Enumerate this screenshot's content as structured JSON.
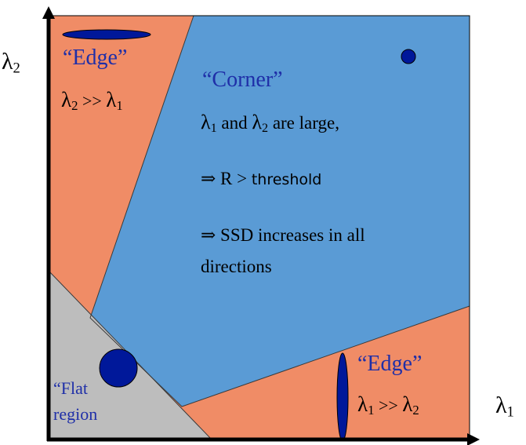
{
  "axes": {
    "y_label": "λ",
    "y_sub": "2",
    "x_label": "λ",
    "x_sub": "1"
  },
  "regions": {
    "corner": {
      "title": "“Corner”",
      "line1_a": "λ",
      "line1_a_sub": "1",
      "line1_mid": " and ",
      "line1_b": "λ",
      "line1_b_sub": "2",
      "line1_end": " are large,",
      "line2_arrow": "⇒ R > ",
      "line2_word": "threshold",
      "line3": "⇒ SSD increases in all",
      "line4": "directions"
    },
    "edge_top": {
      "title": "“Edge”",
      "rel_a": "λ",
      "rel_a_sub": "2",
      "rel_op": " >> ",
      "rel_b": "λ",
      "rel_b_sub": "1"
    },
    "edge_right": {
      "title": "“Edge”",
      "rel_a": "λ",
      "rel_a_sub": "1",
      "rel_op": " >> ",
      "rel_b": "λ",
      "rel_b_sub": "2"
    },
    "flat": {
      "line1": "“Flat",
      "line2": "region"
    }
  },
  "colors": {
    "corner_fill": "#5a9bd5",
    "edge_fill": "#f08c66",
    "flat_fill": "#bdbdbd",
    "ellipse_fill": "#00189a",
    "title_text": "#1f2fa8"
  }
}
